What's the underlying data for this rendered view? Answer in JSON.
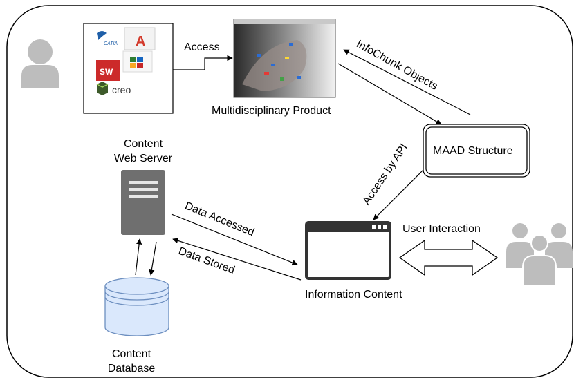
{
  "labels": {
    "access": "Access",
    "multidisciplinary_product": "Multidisciplinary Product",
    "infochunk_objects": "InfoChunk Objects",
    "maad_structure": "MAAD Structure",
    "access_by_api": "Access by API",
    "content_web_server_line1": "Content",
    "content_web_server_line2": "Web Server",
    "data_accessed": "Data Accessed",
    "data_stored": "Data Stored",
    "information_content": "Information Content",
    "user_interaction": "User Interaction",
    "content_database_line1": "Content",
    "content_database_line2": "Database"
  },
  "cad_logos": {
    "catia": "CATIA",
    "autocad": "A",
    "solidworks": "SW",
    "creo": "creo"
  },
  "icons": {
    "single_user": "user-icon",
    "user_group": "users-group-icon",
    "web_server": "server-icon",
    "database": "database-icon",
    "browser_window": "browser-window-icon",
    "product_screenshot": "cad-screenshot-icon"
  },
  "colors": {
    "stroke": "#000000",
    "user_gray": "#bdbdbd",
    "server_gray": "#6f6f6f",
    "database_fill": "#dae8fc",
    "database_stroke": "#6c8ebf",
    "window_stroke": "#333333"
  }
}
